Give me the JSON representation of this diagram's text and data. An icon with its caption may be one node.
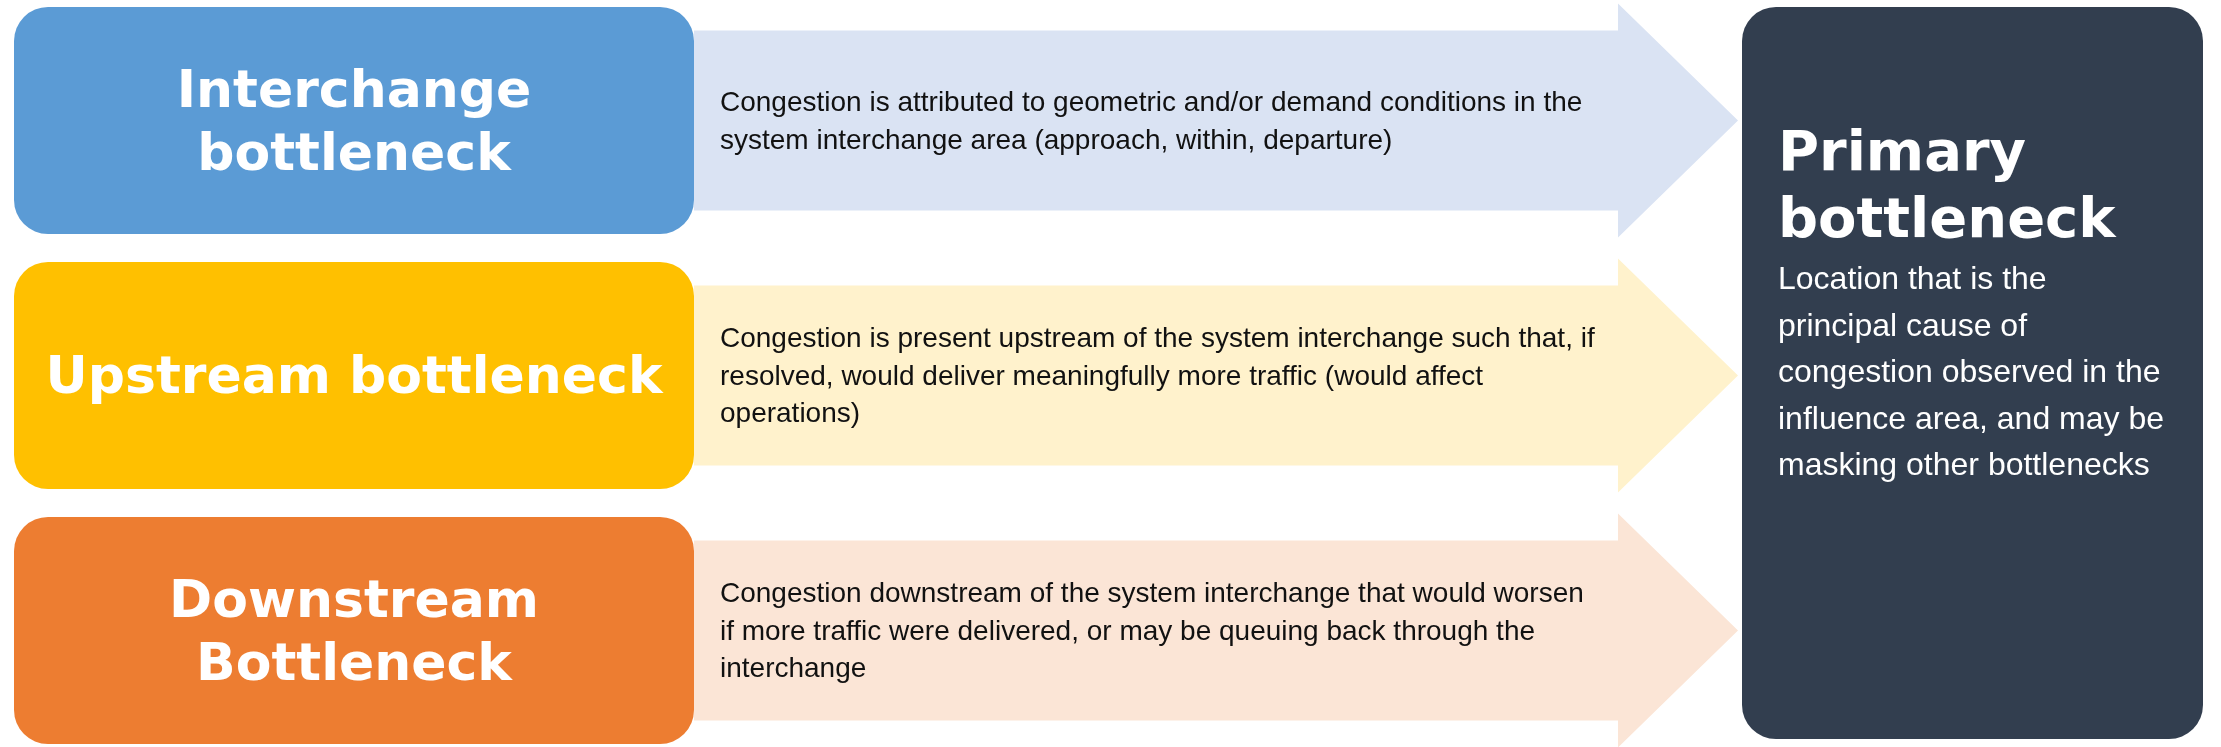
{
  "diagram": {
    "nodes": [
      {
        "text": [
          "Interchange bottleneck"
        ]
      },
      {
        "text": [
          "Upstream bottleneck"
        ]
      },
      {
        "text": [
          "Downstream Bottleneck"
        ]
      },
      {
        "text": [
          "Primary bottleneck",
          "Location that is the principal cause of congestion observed in the influence area, and may be masking other bottlenecks"
        ]
      }
    ],
    "edges": [
      {
        "from": 0,
        "to": 3,
        "arrow": "to",
        "color": "#dae3f3",
        "label": "Congestion is attributed to geometric and/or demand conditions in the system interchange area (approach, within, departure)"
      },
      {
        "from": 1,
        "to": 3,
        "arrow": "to",
        "color": "#fff2cc",
        "label": "Congestion is present upstream of the system interchange such that, if resolved, would deliver meaningfully more traffic (would affect operations)"
      },
      {
        "from": 2,
        "to": 3,
        "arrow": "to",
        "color": "#fbe5d6",
        "label": "Congestion downstream of the system interchange that would worsen if more traffic were delivered, or may be queuing back through the interchange"
      }
    ]
  }
}
